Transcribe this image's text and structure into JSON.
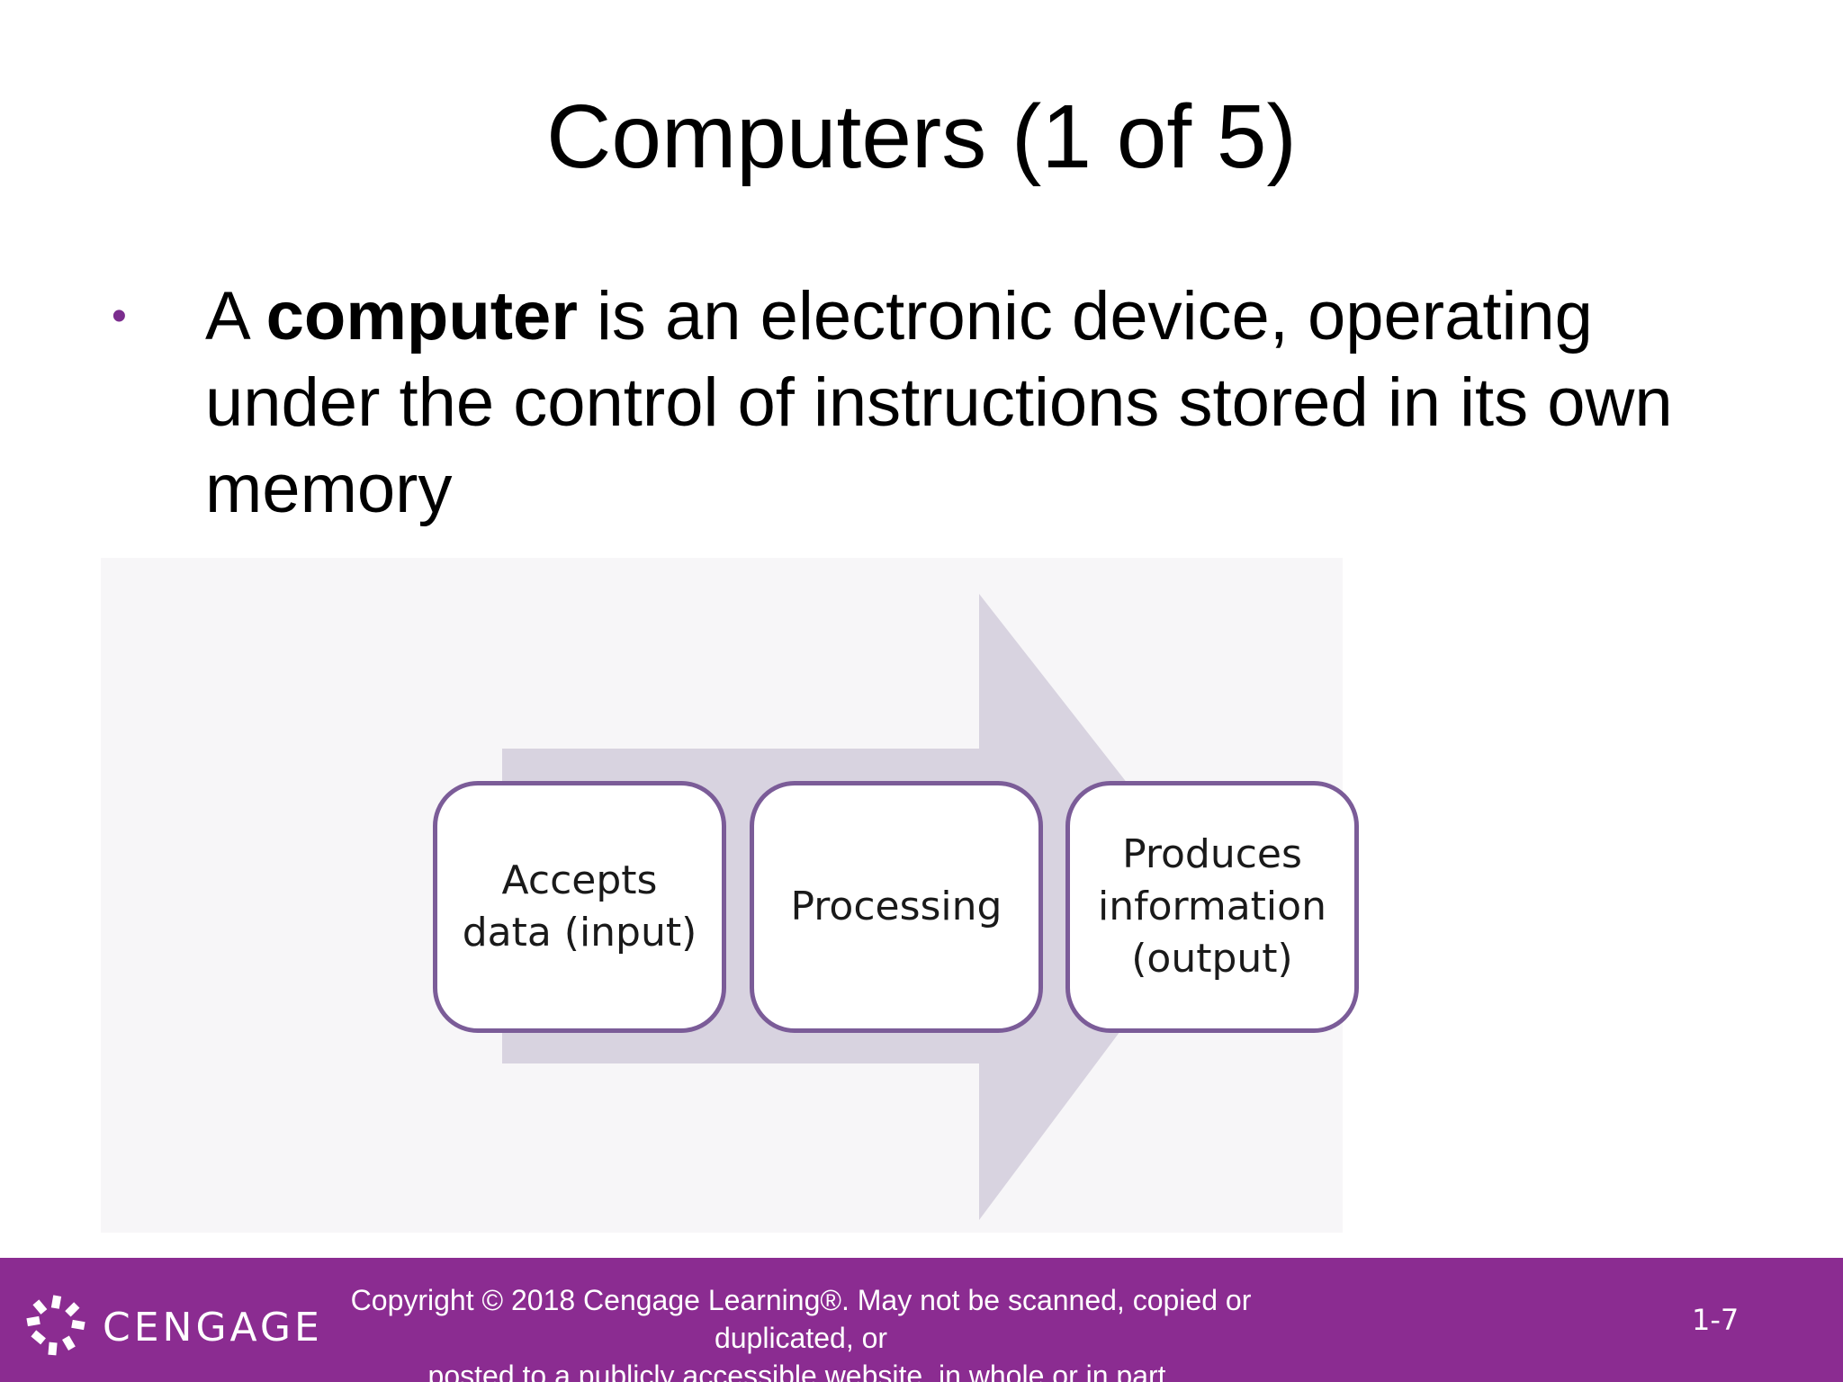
{
  "slide": {
    "title": "Computers (1 of 5)",
    "bullet": {
      "prefix": "A ",
      "term": "computer",
      "rest": " is an electronic device, operating under the control of instructions stored in its own memory"
    }
  },
  "diagram": {
    "steps": [
      {
        "label": "Accepts data (input)"
      },
      {
        "label": "Processing"
      },
      {
        "label": "Produces information (output)"
      }
    ],
    "colors": {
      "box_border": "#7b5c98",
      "arrow": "#d8d3e0"
    }
  },
  "footer": {
    "logo_text": "CENGAGE",
    "copyright_line1": "Copyright © 2018 Cengage Learning®. May not be scanned, copied or duplicated, or",
    "copyright_line2": "posted to a publicly accessible website, in whole or in part.",
    "page_number": "1-7",
    "background_color": "#8b2c91"
  }
}
